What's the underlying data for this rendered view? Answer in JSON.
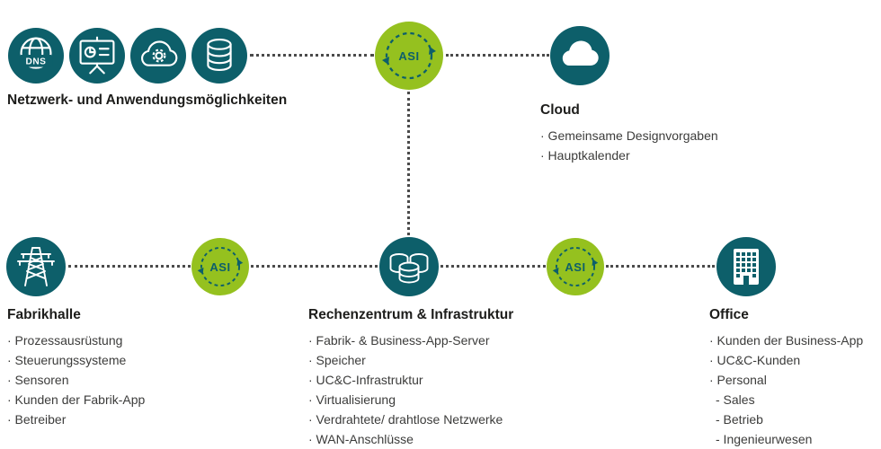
{
  "labels": {
    "network": "Netzwerk- und Anwendungsmöglichkeiten",
    "asi": "ASI",
    "dns": "DNS"
  },
  "cloud": {
    "title": "Cloud",
    "items": [
      "· Gemeinsame Designvorgaben",
      "· Hauptkalender"
    ]
  },
  "fabrikhalle": {
    "title": "Fabrikhalle",
    "items": [
      "· Prozessausrüstung",
      "· Steuerungssysteme",
      "· Sensoren",
      "· Kunden der Fabrik-App",
      "· Betreiber"
    ]
  },
  "rechenzentrum": {
    "title": "Rechenzentrum & Infrastruktur",
    "items": [
      "· Fabrik- & Business-App-Server",
      "· Speicher",
      "· UC&C-Infrastruktur",
      "· Virtualisierung",
      "· Verdrahtete/ drahtlose Netzwerke",
      "· WAN-Anschlüsse"
    ]
  },
  "office": {
    "title": "Office",
    "items": [
      "· Kunden der Business-App",
      "· UC&C-Kunden",
      "· Personal",
      "- Sales",
      "- Betrieb",
      "- Ingenieurwesen"
    ]
  },
  "colors": {
    "teal": "#0d5f6a",
    "green": "#95c11f",
    "dotted_line": "#4b4b4b",
    "icon": "#ffffff"
  }
}
